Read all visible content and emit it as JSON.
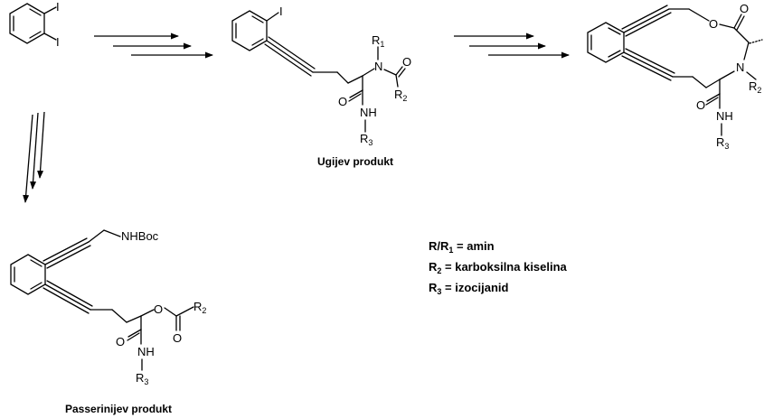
{
  "atoms": {
    "iodo": "I",
    "nitrogen": "N",
    "oxygen": "O",
    "nh": "NH",
    "r": "R",
    "r1_sub": "1",
    "r2_sub": "2",
    "r3_sub": "3",
    "nhboc": "NHBoc"
  },
  "captions": {
    "ugi": "Ugijev produkt",
    "passerini": "Passerinijev produkt"
  },
  "legend": [
    {
      "label": "R/R",
      "sub": "1",
      "text": " = amin"
    },
    {
      "label": "R",
      "sub": "2",
      "text": " = karboksilna kiselina"
    },
    {
      "label": "R",
      "sub": "3",
      "text": " = izocijanid"
    }
  ]
}
